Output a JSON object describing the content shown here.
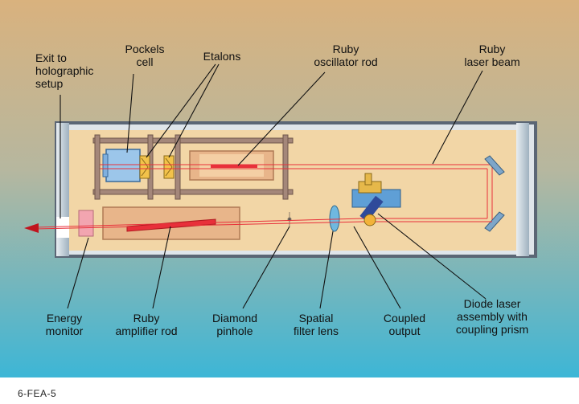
{
  "labels": {
    "exit_line1": "Exit to",
    "exit_line2": "holographic",
    "exit_line3": "setup",
    "pockels_line1": "Pockels",
    "pockels_line2": "cell",
    "etalons": "Etalons",
    "ruby_osc_line1": "Ruby",
    "ruby_osc_line2": "oscillator rod",
    "ruby_beam_line1": "Ruby",
    "ruby_beam_line2": "laser beam",
    "energy_line1": "Energy",
    "energy_line2": "monitor",
    "ruby_amp_line1": "Ruby",
    "ruby_amp_line2": "amplifier rod",
    "diamond_line1": "Diamond",
    "diamond_line2": "pinhole",
    "spatial_line1": "Spatial",
    "spatial_line2": "filter lens",
    "coupled_line1": "Coupled",
    "coupled_line2": "output",
    "diode_line1": "Diode laser",
    "diode_line2": "assembly with",
    "diode_line3": "coupling prism"
  },
  "caption": "6-FEA-5",
  "colors": {
    "background_top": "#d9b27e",
    "background_bottom": "#3db6d6",
    "case": "#f3d7a8",
    "beam": "#e8303a",
    "frame": "#8a6a5a"
  }
}
